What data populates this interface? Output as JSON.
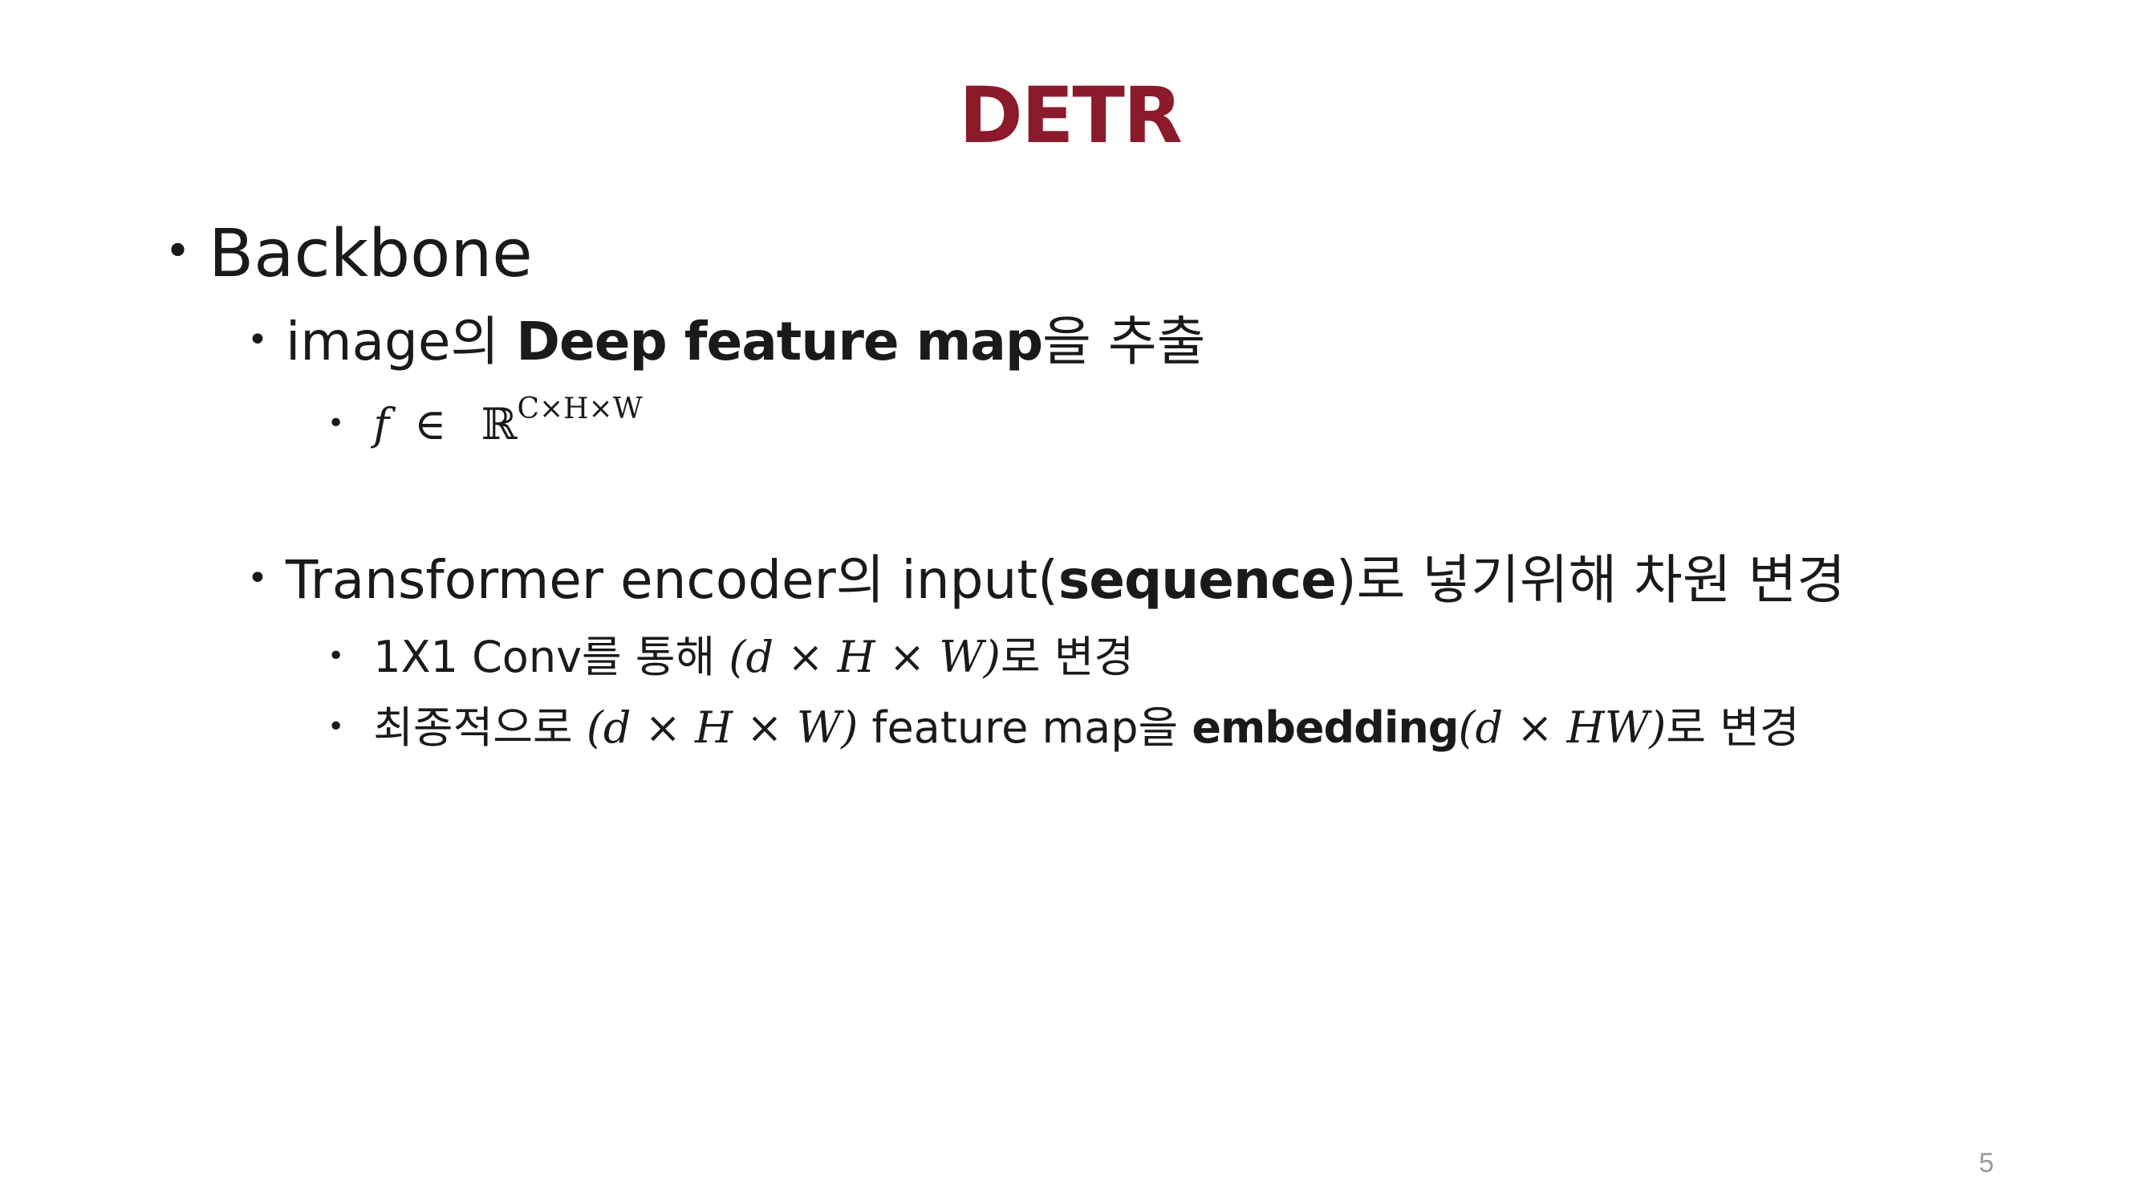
{
  "slide": {
    "title": "DETR",
    "page_number": "5",
    "accent_color": "#8b1a2b"
  },
  "bullets": {
    "backbone": {
      "label": "Backbone"
    },
    "extract": {
      "prefix": "image의 ",
      "bold": "Deep feature map",
      "suffix": "을 추출"
    },
    "feature_dim": {
      "f": "f",
      "in": "∈",
      "real": "ℝ",
      "exponent": "C×H×W"
    },
    "transformer": {
      "prefix": "Transformer encoder의 input(",
      "bold": "sequence",
      "suffix": ")로 넣기위해  차원 변경"
    },
    "conv": {
      "prefix": "1X1 Conv를 통해 ",
      "math": "(d × H × W)",
      "suffix": "로 변경"
    },
    "embedding": {
      "prefix": "최종적으로 ",
      "math1": "(d × H × W)",
      "middle": " feature map을 ",
      "bold": "embedding",
      "math2": "(d × HW)",
      "suffix": "로 변경"
    }
  }
}
